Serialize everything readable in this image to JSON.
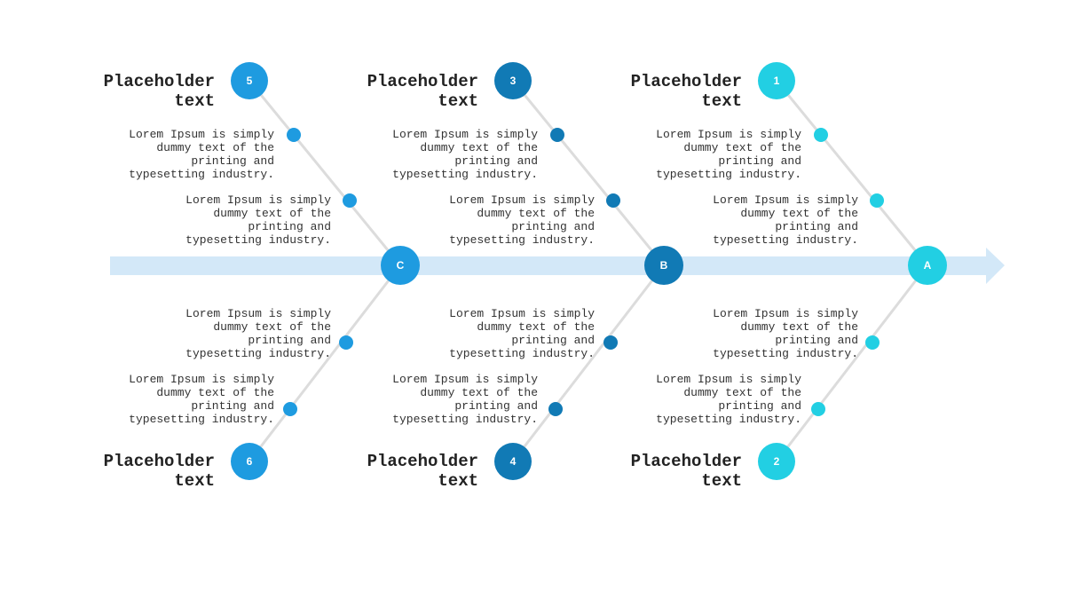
{
  "colors": {
    "light": "#22CFE3",
    "mid": "#1E9BE0",
    "dark": "#117AB5",
    "spine": "#D3E8F8",
    "bone": "#DCDCDC"
  },
  "spine_nodes": {
    "a": "A",
    "b": "B",
    "c": "C"
  },
  "branches": [
    {
      "number": "1",
      "title": "Placeholder\ntext",
      "desc_1": "Lorem Ipsum is simply\ndummy text of the\nprinting and\ntypesetting industry.",
      "desc_2": "Lorem Ipsum is simply\ndummy text of the\nprinting and\ntypesetting industry."
    },
    {
      "number": "2",
      "title": "Placeholder\ntext",
      "desc_1": "Lorem Ipsum is simply\ndummy text of the\nprinting and\ntypesetting industry.",
      "desc_2": "Lorem Ipsum is simply\ndummy text of the\nprinting and\ntypesetting industry."
    },
    {
      "number": "3",
      "title": "Placeholder\ntext",
      "desc_1": "Lorem Ipsum is simply\ndummy text of the\nprinting and\ntypesetting industry.",
      "desc_2": "Lorem Ipsum is simply\ndummy text of the\nprinting and\ntypesetting industry."
    },
    {
      "number": "4",
      "title": "Placeholder\ntext",
      "desc_1": "Lorem Ipsum is simply\ndummy text of the\nprinting and\ntypesetting industry.",
      "desc_2": "Lorem Ipsum is simply\ndummy text of the\nprinting and\ntypesetting industry."
    },
    {
      "number": "5",
      "title": "Placeholder\ntext",
      "desc_1": "Lorem Ipsum is simply\ndummy text of the\nprinting and\ntypesetting industry.",
      "desc_2": "Lorem Ipsum is simply\ndummy text of the\nprinting and\ntypesetting industry."
    },
    {
      "number": "6",
      "title": "Placeholder\ntext",
      "desc_1": "Lorem Ipsum is simply\ndummy text of the\nprinting and\ntypesetting industry.",
      "desc_2": "Lorem Ipsum is simply\ndummy text of the\nprinting and\ntypesetting industry."
    }
  ]
}
